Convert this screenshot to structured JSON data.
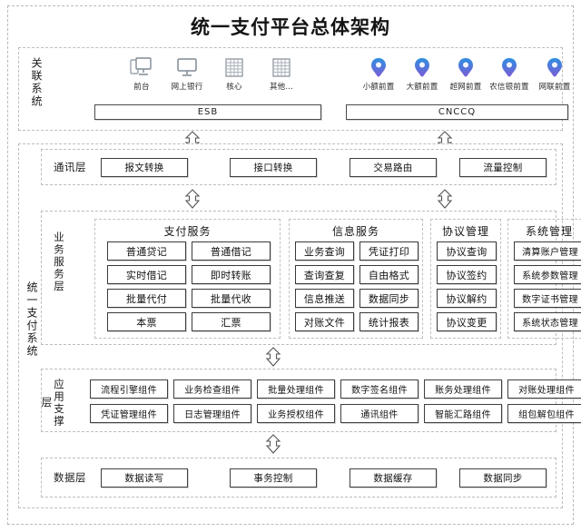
{
  "title": "统一支付平台总体架构",
  "related_systems": {
    "label": "关联系统",
    "left_icons": [
      {
        "name": "前台",
        "icon": "desktop-computer-icon"
      },
      {
        "name": "网上银行",
        "icon": "monitor-icon"
      },
      {
        "name": "核心",
        "icon": "server-rack-icon"
      },
      {
        "name": "其他...",
        "icon": "server-rack-icon"
      }
    ],
    "right_icons": [
      {
        "name": "小额前置",
        "icon": "gateway-pin-icon"
      },
      {
        "name": "大额前置",
        "icon": "gateway-pin-icon"
      },
      {
        "name": "超网前置",
        "icon": "gateway-pin-icon"
      },
      {
        "name": "农信银前置",
        "icon": "gateway-pin-icon"
      },
      {
        "name": "网联前置",
        "icon": "gateway-pin-icon"
      }
    ],
    "esb_bar": "ESB",
    "cnccq_bar": "CNCCQ"
  },
  "unified_system": {
    "label": "统一支付系统"
  },
  "comm_layer": {
    "label": "通讯层",
    "items": [
      "报文转换",
      "接口转换",
      "交易路由",
      "流量控制"
    ]
  },
  "business_layer": {
    "label": "业务服务层",
    "groups": [
      {
        "title": "支付服务",
        "items": [
          "普通贷记",
          "普通借记",
          "实时借记",
          "即时转账",
          "批量代付",
          "批量代收",
          "本票",
          "汇票"
        ]
      },
      {
        "title": "信息服务",
        "items": [
          "业务查询",
          "凭证打印",
          "查询查复",
          "自由格式",
          "信息推送",
          "数据同步",
          "对账文件",
          "统计报表"
        ]
      },
      {
        "title": "协议管理",
        "items": [
          "协议查询",
          "协议签约",
          "协议解约",
          "协议变更"
        ]
      },
      {
        "title": "系统管理",
        "items": [
          "清算账户管理",
          "系统参数管理",
          "数字证书管理",
          "系统状态管理"
        ]
      }
    ]
  },
  "support_layer": {
    "label": "应用支撑层",
    "row1": [
      "流程引擎组件",
      "业务检查组件",
      "批量处理组件",
      "数字签名组件",
      "账务处理组件",
      "对账处理组件"
    ],
    "row2": [
      "凭证管理组件",
      "日志管理组件",
      "业务授权组件",
      "通讯组件",
      "智能汇路组件",
      "组包解包组件"
    ]
  },
  "data_layer": {
    "label": "数据层",
    "items": [
      "数据读写",
      "事务控制",
      "数据缓存",
      "数据同步"
    ]
  },
  "colors": {
    "icon_blue": "#2f8fe0",
    "icon_purple": "#7a5cd6",
    "icon_gray": "#9aa4ad",
    "border": "#3f3f3f",
    "dashed": "#bdbdbd"
  }
}
